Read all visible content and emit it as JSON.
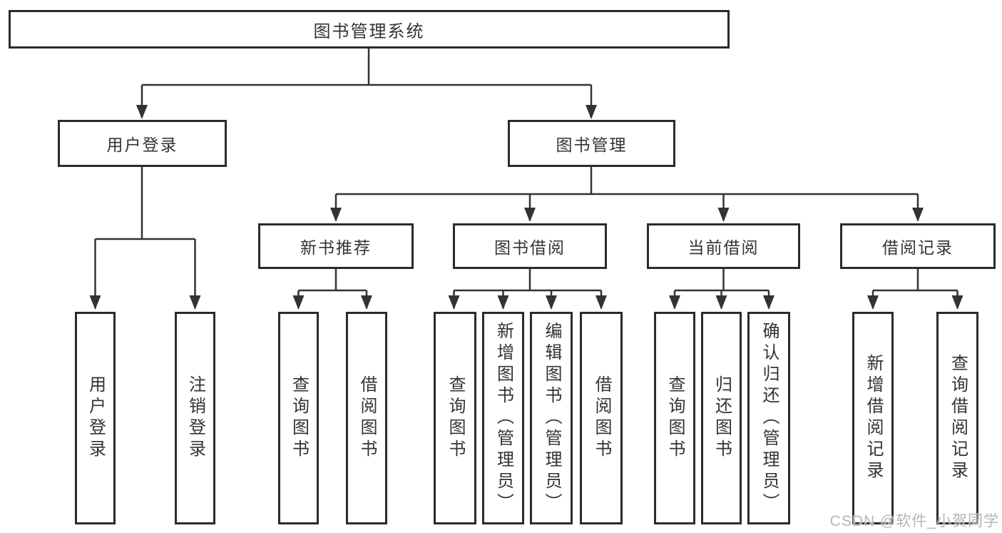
{
  "tree": {
    "root": {
      "label": "图书管理系统"
    },
    "branches": [
      {
        "label": "用户登录",
        "children": [
          {
            "label": "用户登录"
          },
          {
            "label": "注销登录"
          }
        ]
      },
      {
        "label": "图书管理",
        "children": [
          {
            "label": "新书推荐",
            "children": [
              {
                "label": "查询图书"
              },
              {
                "label": "借阅图书"
              }
            ]
          },
          {
            "label": "图书借阅",
            "children": [
              {
                "label": "查询图书"
              },
              {
                "label": "新增图书（管理员）"
              },
              {
                "label": "编辑图书（管理员）"
              },
              {
                "label": "借阅图书"
              }
            ]
          },
          {
            "label": "当前借阅",
            "children": [
              {
                "label": "查询图书"
              },
              {
                "label": "归还图书"
              },
              {
                "label": "确认归还（管理员）"
              }
            ]
          },
          {
            "label": "借阅记录",
            "children": [
              {
                "label": "新增借阅记录"
              },
              {
                "label": "查询借阅记录"
              }
            ]
          }
        ]
      }
    ]
  },
  "watermark": "CSDN @软件_小贺同学",
  "colors": {
    "line": "#333333",
    "box_border": "#2b2b2b",
    "text": "#333333",
    "watermark": "#b5b5b5",
    "background": "#ffffff"
  }
}
